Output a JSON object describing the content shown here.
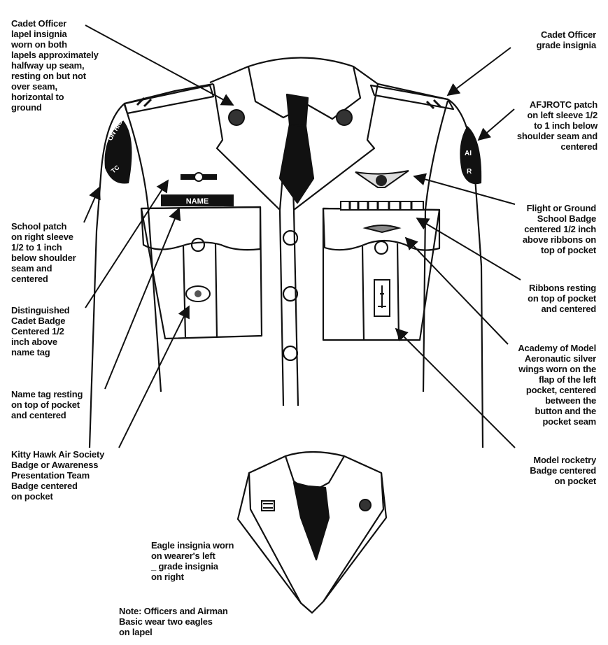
{
  "labels": {
    "lapel_insignia": "Cadet Officer\nlapel insignia\nworn on both\nlapels approximately\nhalfway up seam,\nresting on but not\nover seam,\nhorizontal to\nground",
    "grade_insignia": "Cadet Officer\ngrade insignia",
    "afjrotc_patch": "AFJROTC patch\non left sleeve 1/2\nto 1 inch below\nshoulder seam and\ncentered",
    "school_patch": "School patch\non right sleeve\n1/2 to 1 inch\nbelow shoulder\nseam and\ncentered",
    "distinguished_badge": "Distinguished\nCadet Badge\nCentered 1/2\ninch above\nname tag",
    "name_tag": "Name tag resting\non top of pocket\nand centered",
    "kitty_hawk": "Kitty Hawk Air Society\nBadge or Awareness\nPresentation Team\nBadge centered\non pocket",
    "flight_badge": "Flight or Ground\nSchool Badge\ncentered 1/2 inch\nabove ribbons on\ntop of pocket",
    "ribbons": "Ribbons resting\non top of pocket\nand centered",
    "ama_wings": "Academy of Model\nAeronautic silver\nwings worn on the\nflap of the left\npocket, centered\nbetween the\nbutton and the\npocket seam",
    "rocketry": "Model rocketry\nBadge centered\non pocket",
    "eagle": "Eagle insignia worn\non wearer's left\n_ grade insignia\non right",
    "note": "Note: Officers and Airman\nBasic wear two eagles\non lapel"
  },
  "name_tag_text": "NAME",
  "school_patch_text": "ON HIGH",
  "school_patch_text2": "TC",
  "afjrotc_patch_text": "AI",
  "afjrotc_patch_text2": "R",
  "icons": [
    "lapel-insignia-icon",
    "grade-insignia-icon",
    "school-patch-icon",
    "afjrotc-patch-icon",
    "flight-badge-icon",
    "ribbons-icon",
    "ama-wings-icon",
    "rocketry-badge-icon",
    "kitty-hawk-badge-icon",
    "distinguished-badge-icon",
    "eagle-insignia-icon"
  ],
  "colors": {
    "ink": "#111111",
    "paper": "#ffffff"
  }
}
